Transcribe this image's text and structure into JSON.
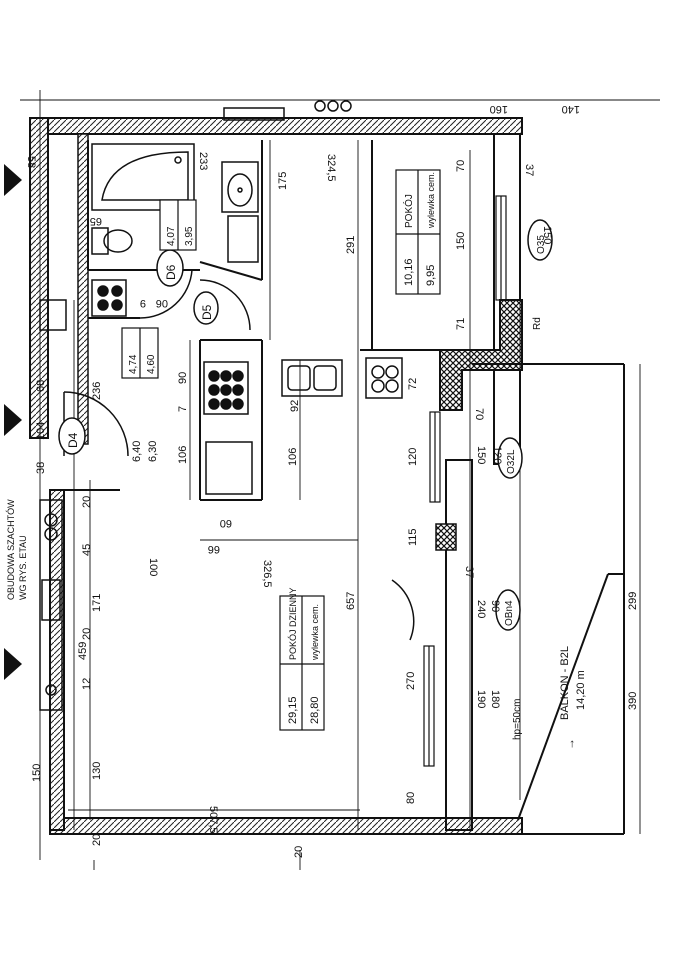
{
  "rooms": {
    "bedroom": {
      "name": "POKÓJ",
      "floor": "wylewka cem.",
      "area_total": "10,16",
      "area_floor": "9,95"
    },
    "living": {
      "name": "POKÓJ DZIENNY",
      "floor": "wylewka cem.",
      "area_total": "29,15",
      "area_floor": "28,80"
    },
    "bathroom": {
      "area_total": "4,07",
      "area_floor": "3,95"
    },
    "hall": {
      "area_total": "4,74",
      "area_floor": "4,60"
    },
    "balcony": {
      "name": "BALKON - B2L",
      "area": "14,20 m"
    }
  },
  "doors": {
    "d4": "D4",
    "d5": "D5",
    "d6": "D6"
  },
  "windows": {
    "o35": "O35",
    "o32": "O32L",
    "obn4": "OBn4"
  },
  "labels": {
    "shaft_1": "OBUDOWA SZACHTÓW",
    "shaft_2": "WG RYS. ETAU",
    "rd": "Rd",
    "hp": "hp=50cm",
    "arrow_in": "→"
  },
  "dims": {
    "d324": "324,5",
    "d291": "291",
    "d175": "175",
    "d233": "233",
    "d657": "657",
    "d3265": "326,5",
    "d5075": "507,5",
    "d459": "459",
    "d299": "299",
    "d390": "390",
    "d236": "236",
    "d104": "104",
    "d106a": "106",
    "d106b": "106",
    "d90": "90",
    "d100": "100",
    "d171": "171",
    "d130": "130",
    "d150": "150",
    "d120": "120",
    "d115": "115",
    "d270": "270",
    "d80": "80",
    "d70a": "70",
    "d70b": "70",
    "d71": "71",
    "d72": "72",
    "d37a": "37",
    "d37b": "37",
    "d140": "140",
    "d160": "160",
    "d58": "58",
    "d68": "68",
    "d38": "38",
    "d66": "66",
    "d60": "60",
    "d20a": "20",
    "d20b": "20",
    "d20c": "20",
    "d20d": "20",
    "d12": "12",
    "d45": "45",
    "d92": "92",
    "d7": "7",
    "w150a": "150",
    "w150b": "150",
    "w120": "120",
    "w150c": "150",
    "w240": "240",
    "w90": "90",
    "w190": "190",
    "w180": "180",
    "d640": "6,40",
    "d630": "6,30",
    "d65": "65",
    "d06": "06",
    "d9": "9"
  }
}
